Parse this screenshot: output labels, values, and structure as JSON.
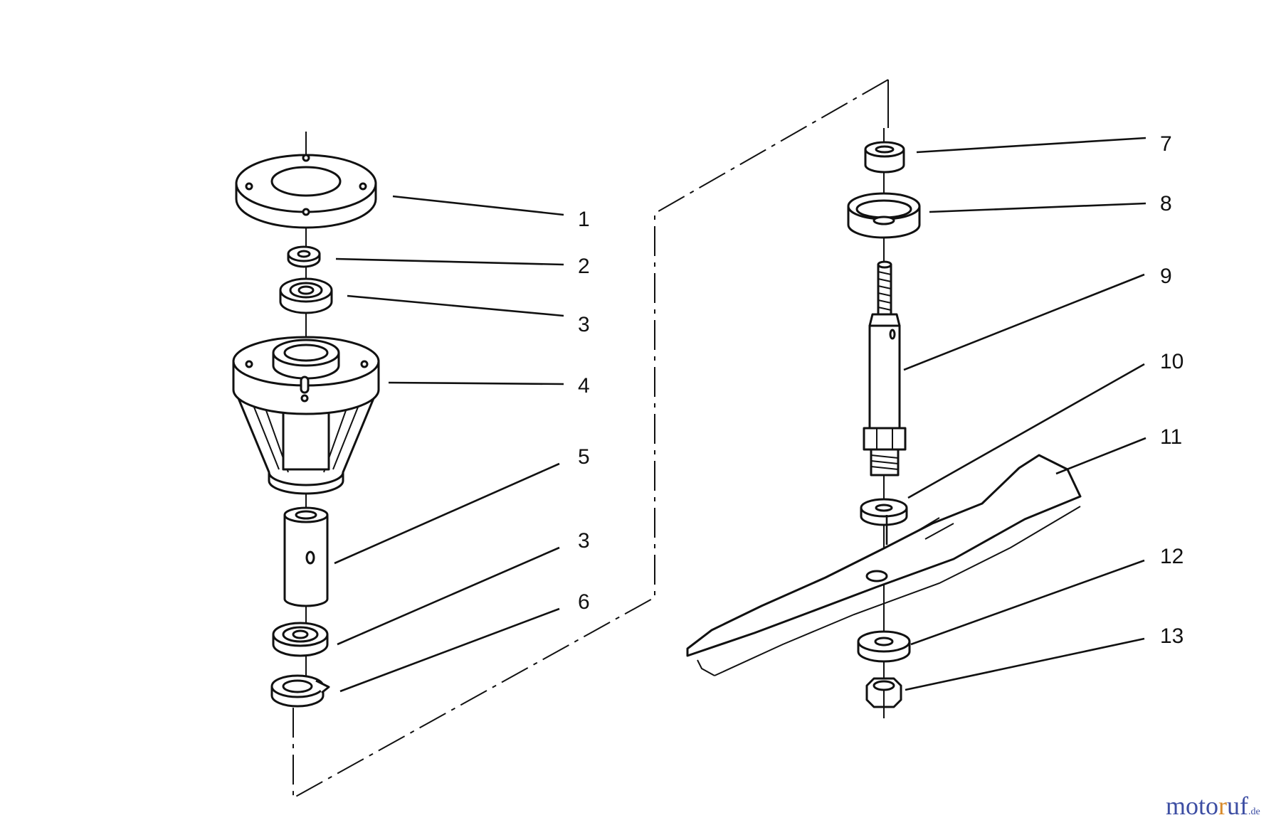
{
  "callouts": {
    "c1": "1",
    "c2": "2",
    "c3a": "3",
    "c4": "4",
    "c5": "5",
    "c3b": "3",
    "c6": "6",
    "c7": "7",
    "c8": "8",
    "c9": "9",
    "c10": "10",
    "c11": "11",
    "c12": "12",
    "c13": "13"
  },
  "watermark": {
    "prefix": "moto",
    "accent": "r",
    "suffix": "uf",
    "tld": ".de"
  }
}
